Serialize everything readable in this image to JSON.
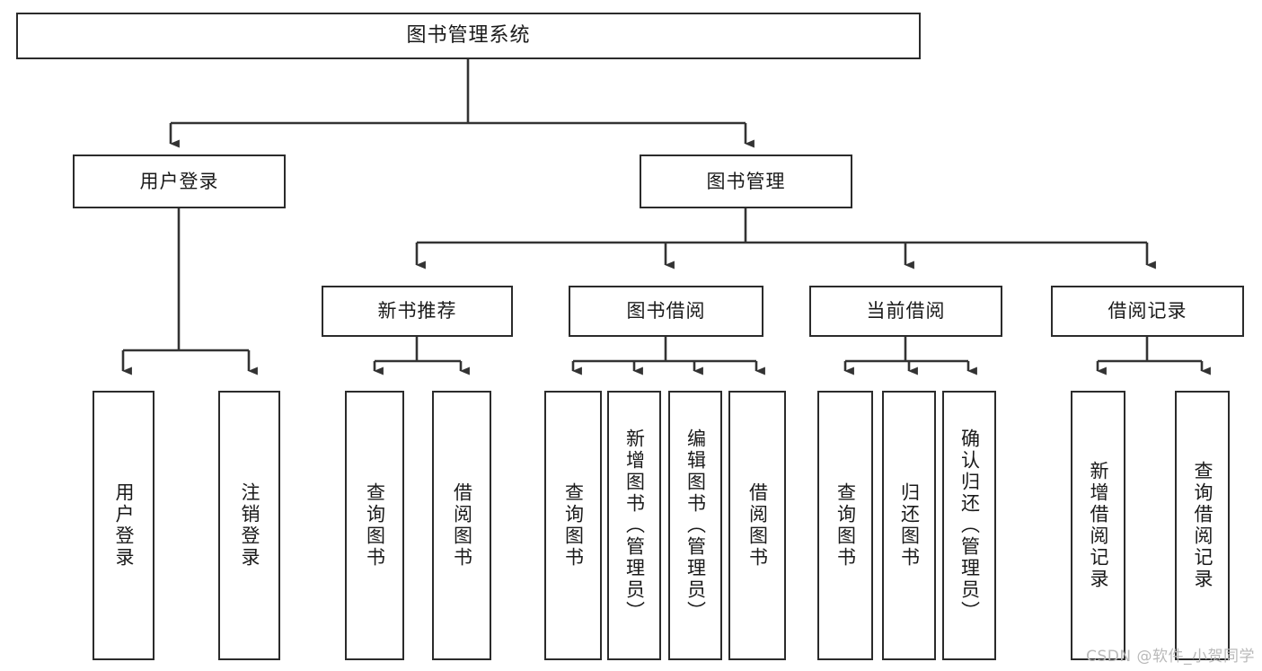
{
  "diagram": {
    "title": "图书管理系统",
    "type": "tree",
    "watermark": "CSDN @软件_小贺同学",
    "colors": {
      "box_border": "#2b2b2b",
      "box_fill": "#ffffff",
      "edge": "#333333",
      "text": "#1a1a1a",
      "watermark": "#b9b9b9",
      "background": "#ffffff"
    },
    "levels": {
      "level0": "系统",
      "level1": "模块",
      "level2": "子模块",
      "level3": "功能"
    },
    "nodes": {
      "root": "图书管理系统",
      "user_login": "用户登录",
      "book_manage": "图书管理",
      "new_book_rec": "新书推荐",
      "book_borrow": "图书借阅",
      "current_borrow": "当前借阅",
      "borrow_record": "借阅记录",
      "leaf_user_login": "用户登录",
      "leaf_logout": "注销登录",
      "leaf_query_book_1": "查询图书",
      "leaf_borrow_book_1": "借阅图书",
      "leaf_query_book_2": "查询图书",
      "leaf_add_book": "新增图书（管理员）",
      "leaf_edit_book": "编辑图书（管理员）",
      "leaf_borrow_book_2": "借阅图书",
      "leaf_query_book_3": "查询图书",
      "leaf_return_book": "归还图书",
      "leaf_confirm_return": "确认归还（管理员）",
      "leaf_add_record": "新增借阅记录",
      "leaf_query_record": "查询借阅记录"
    },
    "edges": [
      {
        "from": "root",
        "to": "user_login"
      },
      {
        "from": "root",
        "to": "book_manage"
      },
      {
        "from": "user_login",
        "to": "leaf_user_login"
      },
      {
        "from": "user_login",
        "to": "leaf_logout"
      },
      {
        "from": "book_manage",
        "to": "new_book_rec"
      },
      {
        "from": "book_manage",
        "to": "book_borrow"
      },
      {
        "from": "book_manage",
        "to": "current_borrow"
      },
      {
        "from": "book_manage",
        "to": "borrow_record"
      },
      {
        "from": "new_book_rec",
        "to": "leaf_query_book_1"
      },
      {
        "from": "new_book_rec",
        "to": "leaf_borrow_book_1"
      },
      {
        "from": "book_borrow",
        "to": "leaf_query_book_2"
      },
      {
        "from": "book_borrow",
        "to": "leaf_add_book"
      },
      {
        "from": "book_borrow",
        "to": "leaf_edit_book"
      },
      {
        "from": "book_borrow",
        "to": "leaf_borrow_book_2"
      },
      {
        "from": "current_borrow",
        "to": "leaf_query_book_3"
      },
      {
        "from": "current_borrow",
        "to": "leaf_return_book"
      },
      {
        "from": "current_borrow",
        "to": "leaf_confirm_return"
      },
      {
        "from": "borrow_record",
        "to": "leaf_add_record"
      },
      {
        "from": "borrow_record",
        "to": "leaf_query_record"
      }
    ]
  }
}
